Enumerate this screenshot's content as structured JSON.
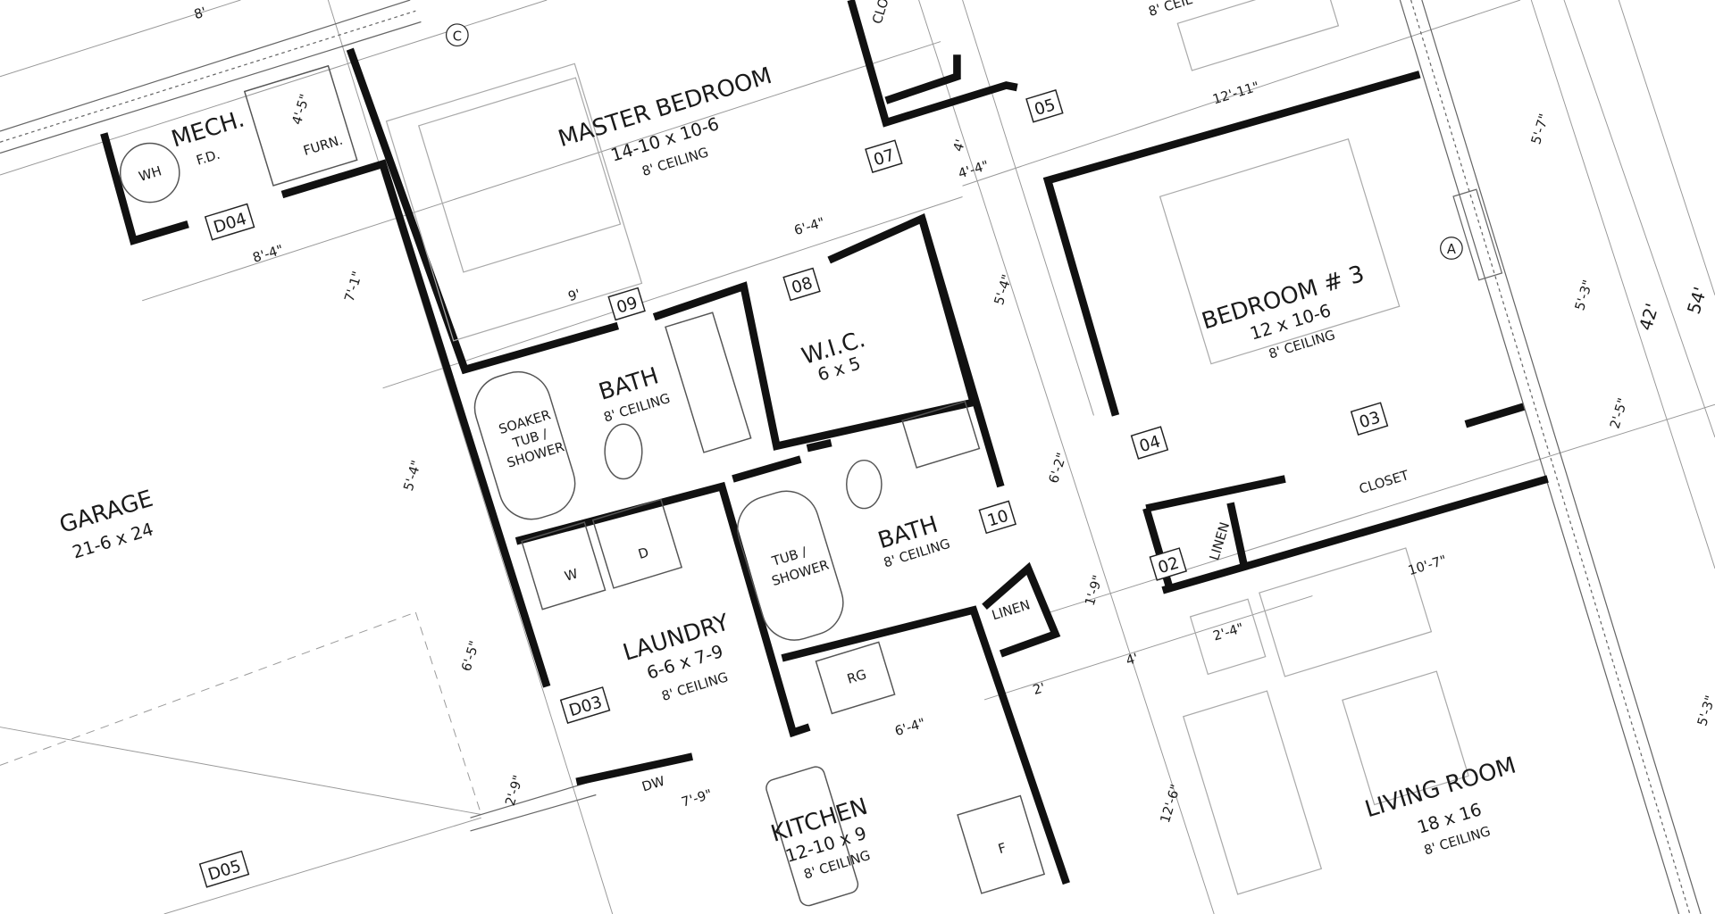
{
  "rooms": {
    "mech": {
      "name": "MECH.",
      "wh": "WH",
      "fd": "F.D.",
      "furn": "FURN.",
      "dim": "4'-5\""
    },
    "master_bedroom": {
      "name": "MASTER BEDROOM",
      "size": "14-10 x 10-6",
      "ceiling": "8' CEILING"
    },
    "wic": {
      "name": "W.I.C.",
      "size": "6 x 5"
    },
    "master_bath": {
      "name": "BATH",
      "ceiling": "8' CEILING",
      "tub": [
        "SOAKER",
        "TUB /",
        "SHOWER"
      ]
    },
    "bedroom3": {
      "name": "BEDROOM # 3",
      "size": "12 x 10-6",
      "ceiling": "8' CEILING",
      "closet": "CLOSET"
    },
    "garage": {
      "name": "GARAGE",
      "size": "21-6 x 24"
    },
    "laundry": {
      "name": "LAUNDRY",
      "size": "6-6 x 7-9",
      "ceiling": "8' CEILING",
      "washer": "W",
      "dryer": "D"
    },
    "bath2": {
      "name": "BATH",
      "ceiling": "8' CEILING",
      "tub": [
        "TUB /",
        "SHOWER"
      ]
    },
    "kitchen": {
      "name": "KITCHEN",
      "size": "12-10 x 9",
      "ceiling": "8' CEILING",
      "range": "RG",
      "dishwasher": "DW",
      "fridge": "F"
    },
    "living_room": {
      "name": "LIVING ROOM",
      "size": "18 x 16",
      "ceiling": "8' CEILING"
    },
    "linen1": "LINEN",
    "linen2": "LINEN",
    "closet_top": "CLO",
    "top_ceiling": "8' CEIL"
  },
  "door_tags": [
    "D04",
    "05",
    "07",
    "08",
    "09",
    "03",
    "04",
    "10",
    "02",
    "D03",
    "D05"
  ],
  "section_markers": [
    "C",
    "A"
  ],
  "dimensions": [
    "8'",
    "8'-4\"",
    "4'",
    "4'-4\"",
    "12'-11\"",
    "5'-7\"",
    "6'-4\"",
    "9'",
    "7'-1\"",
    "5'-4\"",
    "5'-3\"",
    "42'",
    "54'",
    "2'-5\"",
    "6'-2\"",
    "5'-4\"",
    "1'-9\"",
    "10'-7\"",
    "2'-4\"",
    "4'",
    "2'",
    "6'-5\"",
    "6'-4\"",
    "7'-9\"",
    "2'-9\"",
    "12'-6\"",
    "5'-3\""
  ]
}
